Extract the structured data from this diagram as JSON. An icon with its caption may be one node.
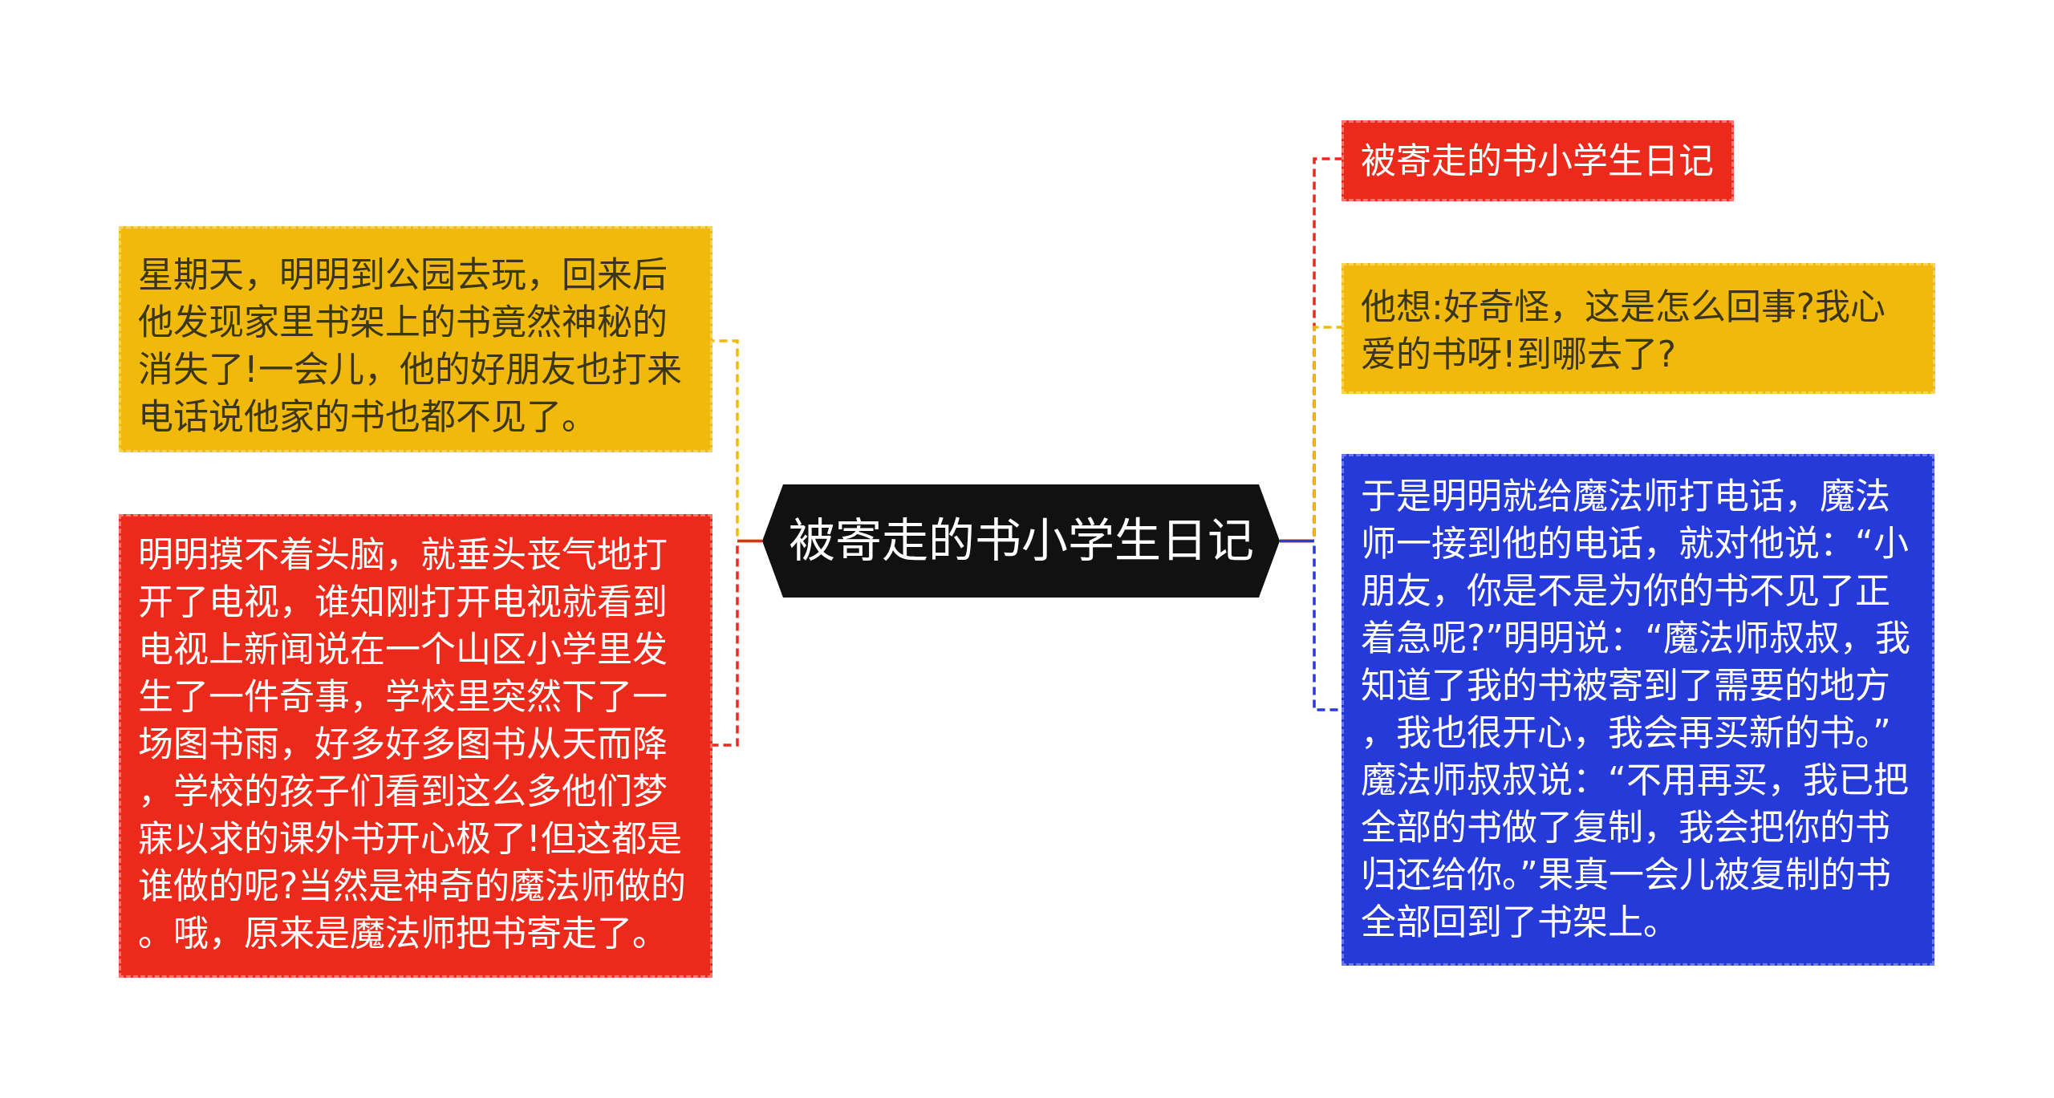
{
  "diagram": {
    "nodes": [
      {
        "text": [
          "被寄走的书小学生日记"
        ]
      },
      {
        "text": [
          "星期天，明明到公园去玩，回来后他发现家里书架上的书竟然神秘的消失了!一会儿，他的好朋友也打来电话说他家的书也都不见了。"
        ]
      },
      {
        "text": [
          "明明摸不着头脑，就垂头丧气地打开了电视，谁知刚打开电视就看到电视上新闻说在一个山区小学里发生了一件奇事，学校里突然下了一场图书雨，好多好多图书从天而降，学校的孩子们看到这么多他们梦寐以求的课外书开心极了!但这都是谁做的呢?当然是神奇的魔法师做的。哦，原来是魔法师把书寄走了。"
        ]
      },
      {
        "text": [
          "被寄走的书小学生日记"
        ]
      },
      {
        "text": [
          "他想:好奇怪，这是怎么回事?我心爱的书呀!到哪去了?"
        ]
      },
      {
        "text": [
          "于是明明就给魔法师打电话，魔法师一接到他的电话，就对他说：“小朋友，你是不是为你的书不见了正着急呢?”明明说：“魔法师叔叔，我知道了我的书被寄到了需要的地方，我也很开心，我会再买新的书。”魔法师叔叔说：“不用再买，我已把全部的书做了复制，我会把你的书归还给你。”果真一会儿被复制的书全部回到了书架上。"
        ]
      }
    ],
    "edges": [
      {
        "from": 0,
        "to": 1,
        "arrow": "none",
        "color": "#f0b90c"
      },
      {
        "from": 0,
        "to": 2,
        "arrow": "none",
        "color": "#ec2a1b"
      },
      {
        "from": 0,
        "to": 3,
        "arrow": "none",
        "color": "#ec2a1b"
      },
      {
        "from": 0,
        "to": 4,
        "arrow": "none",
        "color": "#f0b90c"
      },
      {
        "from": 0,
        "to": 5,
        "arrow": "none",
        "color": "#2639d9"
      }
    ]
  }
}
